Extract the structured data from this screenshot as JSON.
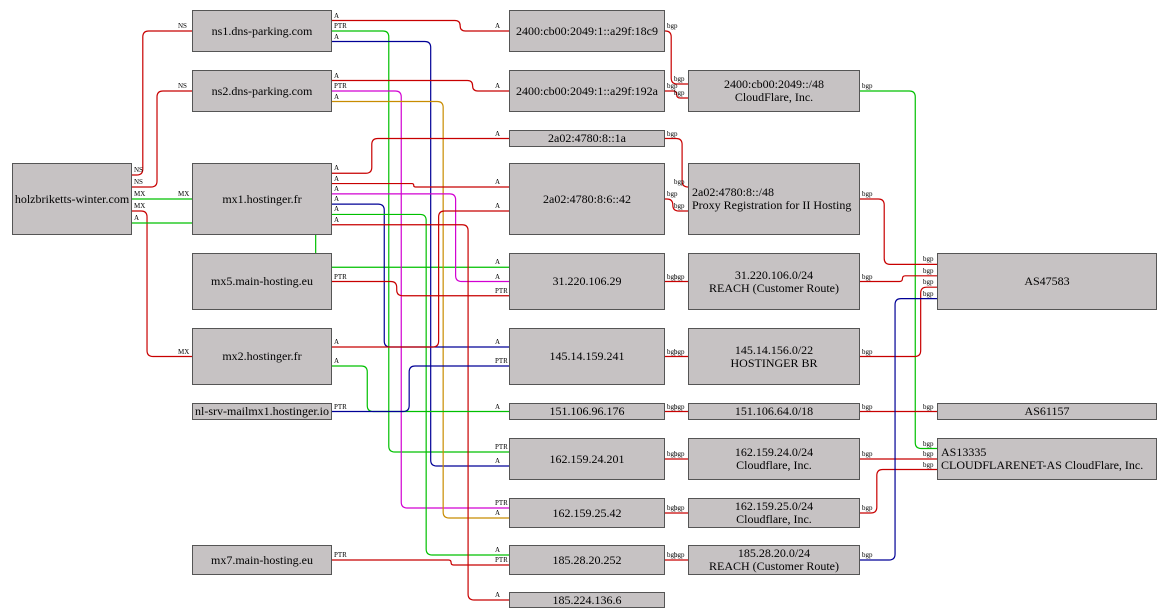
{
  "nodes": [
    {
      "id": "n_domain",
      "lines": [
        "holzbriketts-winter.com"
      ],
      "left": false
    },
    {
      "id": "n_ns1",
      "lines": [
        "ns1.dns-parking.com"
      ],
      "left": false
    },
    {
      "id": "n_ns2",
      "lines": [
        "ns2.dns-parking.com"
      ],
      "left": false
    },
    {
      "id": "n_mx1",
      "lines": [
        "mx1.hostinger.fr"
      ],
      "left": false
    },
    {
      "id": "n_mx5",
      "lines": [
        "mx5.main-hosting.eu"
      ],
      "left": false
    },
    {
      "id": "n_mx2",
      "lines": [
        "mx2.hostinger.fr"
      ],
      "left": false
    },
    {
      "id": "n_nlsrv",
      "lines": [
        "nl-srv-mailmx1.hostinger.io"
      ],
      "left": false
    },
    {
      "id": "n_mx7",
      "lines": [
        "mx7.main-hosting.eu"
      ],
      "left": false
    },
    {
      "id": "n_ip6a",
      "lines": [
        "2400:cb00:2049:1::a29f:18c9"
      ],
      "left": false
    },
    {
      "id": "n_ip6b",
      "lines": [
        "2400:cb00:2049:1::a29f:192a"
      ],
      "left": false
    },
    {
      "id": "n_ip6c",
      "lines": [
        "2a02:4780:8::1a"
      ],
      "left": false
    },
    {
      "id": "n_ip6d",
      "lines": [
        "2a02:4780:8:6::42"
      ],
      "left": false
    },
    {
      "id": "n_ip1",
      "lines": [
        "31.220.106.29"
      ],
      "left": false
    },
    {
      "id": "n_ip2",
      "lines": [
        "145.14.159.241"
      ],
      "left": false
    },
    {
      "id": "n_ip3",
      "lines": [
        "151.106.96.176"
      ],
      "left": false
    },
    {
      "id": "n_ip4",
      "lines": [
        "162.159.24.201"
      ],
      "left": false
    },
    {
      "id": "n_ip5",
      "lines": [
        "162.159.25.42"
      ],
      "left": false
    },
    {
      "id": "n_ip6",
      "lines": [
        "185.28.20.252"
      ],
      "left": false
    },
    {
      "id": "n_ip7",
      "lines": [
        "185.224.136.6"
      ],
      "left": false
    },
    {
      "id": "n_pfx1",
      "lines": [
        "2400:cb00:2049::/48",
        "CloudFlare, Inc."
      ],
      "left": false
    },
    {
      "id": "n_pfx2",
      "lines": [
        "2a02:4780:8::/48",
        "Proxy Registration for II Hosting"
      ],
      "left": true
    },
    {
      "id": "n_pfx3",
      "lines": [
        "31.220.106.0/24",
        "REACH (Customer Route)"
      ],
      "left": false
    },
    {
      "id": "n_pfx4",
      "lines": [
        "145.14.156.0/22",
        "HOSTINGER BR"
      ],
      "left": false
    },
    {
      "id": "n_pfx5",
      "lines": [
        "151.106.64.0/18"
      ],
      "left": false
    },
    {
      "id": "n_pfx6",
      "lines": [
        "162.159.24.0/24",
        "Cloudflare, Inc."
      ],
      "left": false
    },
    {
      "id": "n_pfx7",
      "lines": [
        "162.159.25.0/24",
        "Cloudflare, Inc."
      ],
      "left": false
    },
    {
      "id": "n_pfx8",
      "lines": [
        "185.28.20.0/24",
        "REACH (Customer Route)"
      ],
      "left": false
    },
    {
      "id": "n_as1",
      "lines": [
        "AS47583"
      ],
      "left": false
    },
    {
      "id": "n_as2",
      "lines": [
        "AS61157"
      ],
      "left": false
    },
    {
      "id": "n_as3",
      "lines": [
        "AS13335",
        "CLOUDFLARENET-AS CloudFlare, Inc."
      ],
      "left": true
    }
  ],
  "edge_colors": {
    "red": "#c80000",
    "green": "#00c000",
    "blue": "#000096",
    "magenta": "#d200d2",
    "orange": "#c88c00"
  },
  "edges": [
    {
      "from": "n_domain",
      "to": "n_ns1",
      "label": "NS",
      "color": "red"
    },
    {
      "from": "n_domain",
      "to": "n_ns2",
      "label": "NS",
      "color": "red"
    },
    {
      "from": "n_domain",
      "to": "n_mx1",
      "label": "MX",
      "color": "green"
    },
    {
      "from": "n_domain",
      "to": "n_mx2",
      "label": "MX",
      "color": "red"
    },
    {
      "from": "n_domain",
      "to": "n_ip1",
      "label": "A",
      "color": "green"
    },
    {
      "from": "n_ns1",
      "to": "n_ip6a",
      "label": "A",
      "color": "red"
    },
    {
      "from": "n_ns1",
      "to": "n_ip4",
      "label": "PTR",
      "color": "green"
    },
    {
      "from": "n_ns1",
      "to": "n_ip4",
      "label": "A",
      "color": "blue"
    },
    {
      "from": "n_ns2",
      "to": "n_ip6b",
      "label": "A",
      "color": "red"
    },
    {
      "from": "n_ns2",
      "to": "n_ip5",
      "label": "PTR",
      "color": "magenta"
    },
    {
      "from": "n_ns2",
      "to": "n_ip5",
      "label": "A",
      "color": "orange"
    },
    {
      "from": "n_mx1",
      "to": "n_ip6c",
      "label": "A",
      "color": "red"
    },
    {
      "from": "n_mx1",
      "to": "n_ip6d",
      "label": "A",
      "color": "red"
    },
    {
      "from": "n_mx1",
      "to": "n_ip1",
      "label": "A",
      "color": "magenta"
    },
    {
      "from": "n_mx1",
      "to": "n_ip2",
      "label": "A",
      "color": "blue"
    },
    {
      "from": "n_mx1",
      "to": "n_ip6",
      "label": "A",
      "color": "green"
    },
    {
      "from": "n_mx1",
      "to": "n_ip7",
      "label": "A",
      "color": "red"
    },
    {
      "from": "n_mx5",
      "to": "n_ip1",
      "label": "PTR",
      "color": "red"
    },
    {
      "from": "n_mx2",
      "to": "n_ip6d",
      "label": "A",
      "color": "red"
    },
    {
      "from": "n_mx2",
      "to": "n_ip3",
      "label": "A",
      "color": "green"
    },
    {
      "from": "n_nlsrv",
      "to": "n_ip2",
      "label": "PTR",
      "color": "blue"
    },
    {
      "from": "n_mx7",
      "to": "n_ip6",
      "label": "PTR",
      "color": "red"
    },
    {
      "from": "n_ip6a",
      "to": "n_pfx1",
      "label": "bgp",
      "color": "red"
    },
    {
      "from": "n_ip6b",
      "to": "n_pfx1",
      "label": "bgp",
      "color": "red"
    },
    {
      "from": "n_ip6c",
      "to": "n_pfx2",
      "label": "bgp",
      "color": "red"
    },
    {
      "from": "n_ip6d",
      "to": "n_pfx2",
      "label": "bgp",
      "color": "red"
    },
    {
      "from": "n_ip1",
      "to": "n_pfx3",
      "label": "bgp",
      "color": "red"
    },
    {
      "from": "n_ip2",
      "to": "n_pfx4",
      "label": "bgp",
      "color": "red"
    },
    {
      "from": "n_ip3",
      "to": "n_pfx5",
      "label": "bgp",
      "color": "red"
    },
    {
      "from": "n_ip4",
      "to": "n_pfx6",
      "label": "bgp",
      "color": "red"
    },
    {
      "from": "n_ip5",
      "to": "n_pfx7",
      "label": "bgp",
      "color": "red"
    },
    {
      "from": "n_ip6",
      "to": "n_pfx8",
      "label": "bgp",
      "color": "red"
    },
    {
      "from": "n_pfx1",
      "to": "n_as3",
      "label": "bgp",
      "color": "green"
    },
    {
      "from": "n_pfx2",
      "to": "n_as1",
      "label": "bgp",
      "color": "red"
    },
    {
      "from": "n_pfx3",
      "to": "n_as1",
      "label": "bgp",
      "color": "red"
    },
    {
      "from": "n_pfx4",
      "to": "n_as1",
      "label": "bgp",
      "color": "red"
    },
    {
      "from": "n_pfx5",
      "to": "n_as2",
      "label": "bgp",
      "color": "red"
    },
    {
      "from": "n_pfx6",
      "to": "n_as3",
      "label": "bgp",
      "color": "red"
    },
    {
      "from": "n_pfx7",
      "to": "n_as3",
      "label": "bgp",
      "color": "red"
    },
    {
      "from": "n_pfx8",
      "to": "n_as1",
      "label": "bgp",
      "color": "blue"
    }
  ]
}
